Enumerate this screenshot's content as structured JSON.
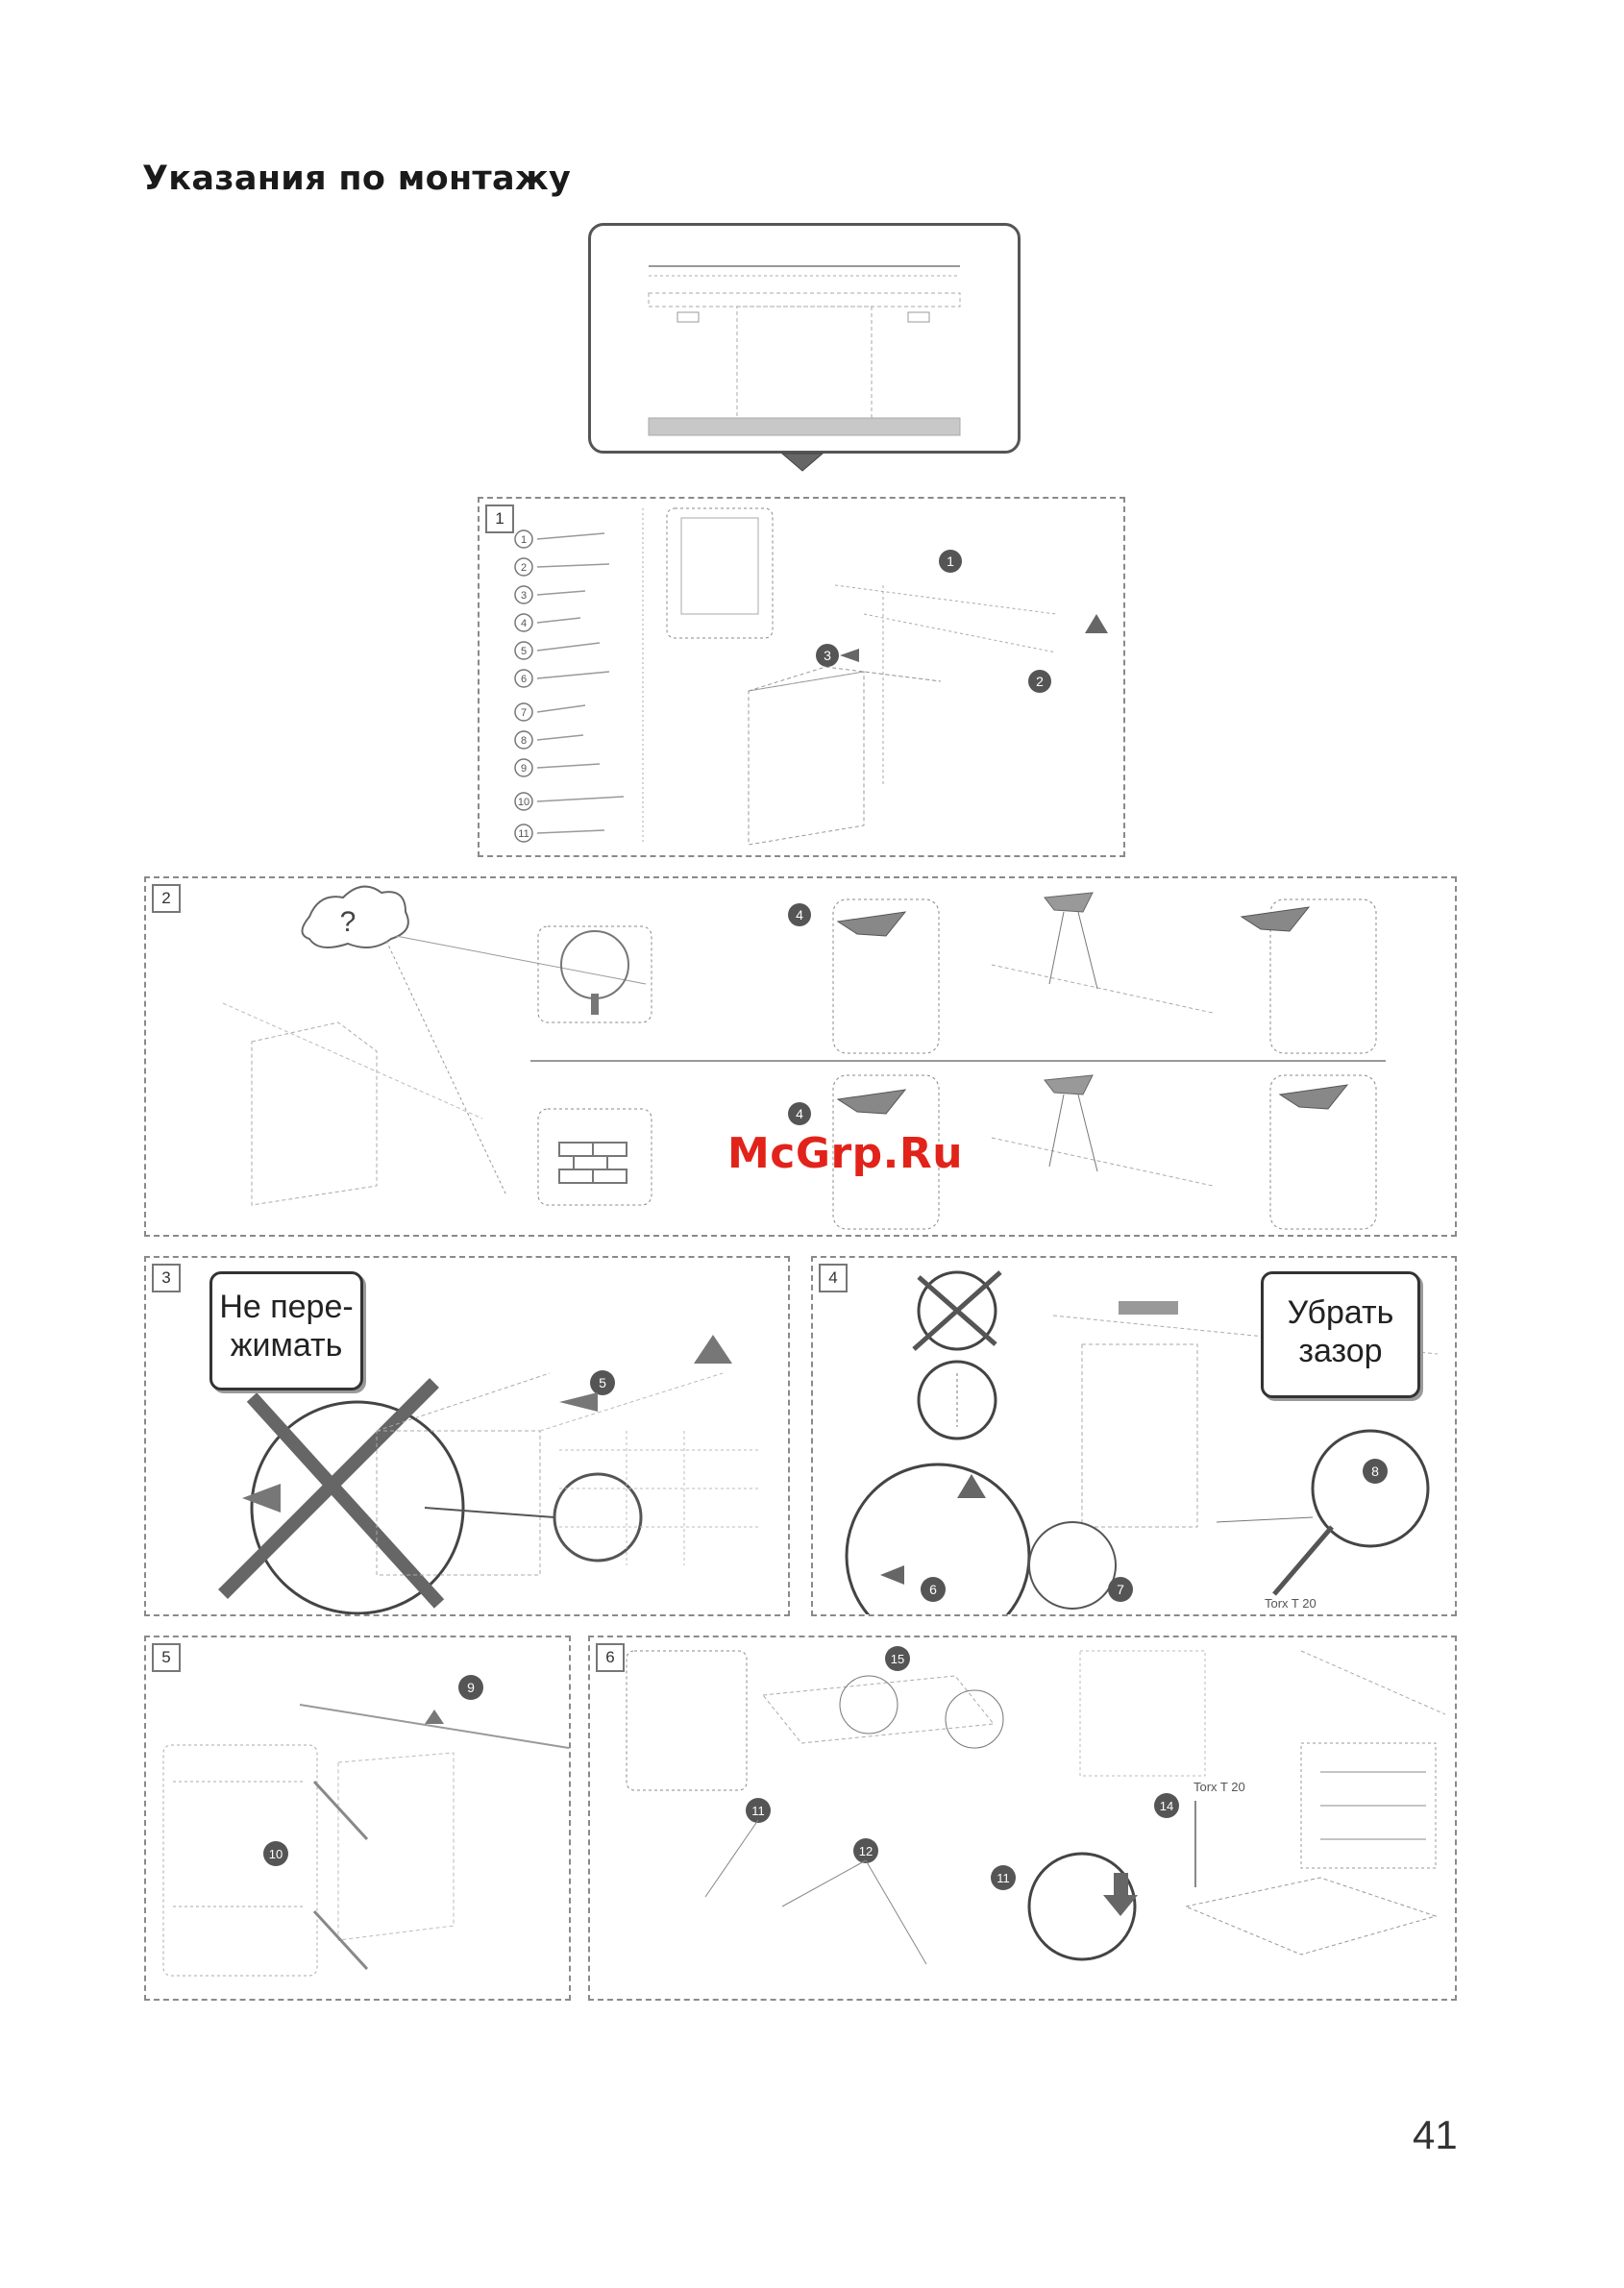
{
  "page": {
    "heading": "Указания по монтажу",
    "page_number": "41",
    "watermark": "McGrp.Ru"
  },
  "panels": {
    "p1": {
      "number": "1",
      "parts": [
        "1",
        "2",
        "3",
        "4",
        "5",
        "6",
        "7",
        "8",
        "9",
        "10",
        "11"
      ]
    },
    "p2": {
      "number": "2",
      "question": "?"
    },
    "p3": {
      "number": "3",
      "callout_line1": "Не пере-",
      "callout_line2": "жимать"
    },
    "p4": {
      "number": "4",
      "callout_line1": "Убрать",
      "callout_line2": "зазор",
      "tool": "Torx T 20"
    },
    "p5": {
      "number": "5"
    },
    "p6": {
      "number": "6",
      "tool": "Torx T 20"
    }
  },
  "colors": {
    "watermark": "#e2231a",
    "line": "#8a8a8a",
    "ink": "#333333"
  }
}
